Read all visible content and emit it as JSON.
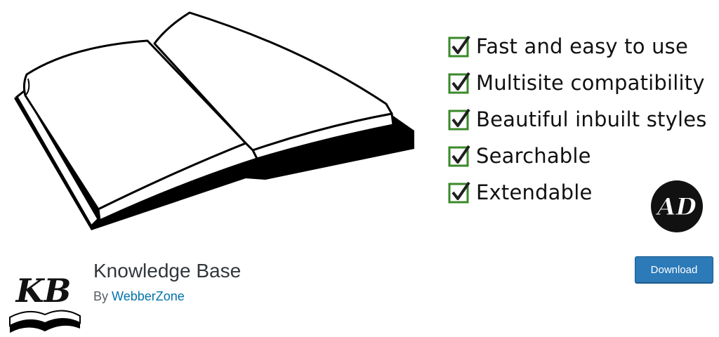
{
  "banner": {
    "features": [
      {
        "label": "Fast and easy to use"
      },
      {
        "label": "Multisite compatibility"
      },
      {
        "label": "Beautiful inbuilt styles"
      },
      {
        "label": "Searchable"
      },
      {
        "label": "Extendable"
      }
    ],
    "logo_text": "AD"
  },
  "plugin": {
    "icon_text": "KB",
    "title": "Knowledge Base",
    "by_prefix": "By",
    "author": "WebberZone",
    "download_label": "Download"
  },
  "colors": {
    "check_green": "#3a8a2a",
    "link_blue": "#0073aa",
    "button_blue": "#2c7ab8",
    "title_text": "#32373c"
  }
}
